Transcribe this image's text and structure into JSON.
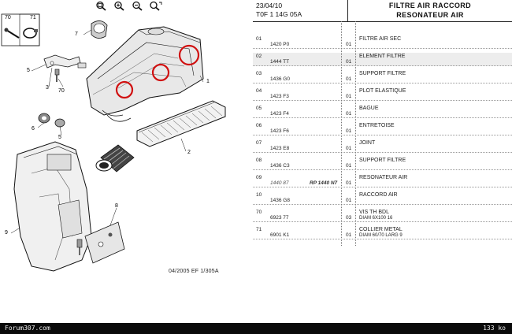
{
  "diagram": {
    "date_code": "04/2005  EF 1/305A",
    "callouts": [
      "70",
      "71",
      "7",
      "5",
      "3",
      "70",
      "6",
      "5",
      "1",
      "2",
      "8",
      "9"
    ],
    "highlight_color": "#d01010"
  },
  "zoom": {
    "items": [
      {
        "name": "zoom-fit-icon"
      },
      {
        "name": "zoom-in-icon"
      },
      {
        "name": "zoom-out-icon"
      },
      {
        "name": "zoom-reset-icon"
      }
    ]
  },
  "header": {
    "date": "23/04/10",
    "ref": "T0F 1 14G 05A",
    "title_line1": "FILTRE AIR RACCORD",
    "title_line2": "RESONATEUR AIR"
  },
  "parts": [
    {
      "idx": "01",
      "ref": "1420 P0",
      "qty": "01",
      "desc": "FILTRE AIR SEC",
      "spec": "",
      "hl": false
    },
    {
      "idx": "02",
      "ref": "1444 TT",
      "qty": "01",
      "desc": "ELEMENT FILTRE",
      "spec": "",
      "hl": true
    },
    {
      "idx": "03",
      "ref": "1436 G0",
      "qty": "01",
      "desc": "SUPPORT FILTRE",
      "spec": "",
      "hl": false
    },
    {
      "idx": "04",
      "ref": "1423 F3",
      "qty": "01",
      "desc": "PLOT ELASTIQUE",
      "spec": "",
      "hl": false
    },
    {
      "idx": "05",
      "ref": "1423 F4",
      "qty": "01",
      "desc": "BAGUE",
      "spec": "",
      "hl": false
    },
    {
      "idx": "06",
      "ref": "1423 F6",
      "qty": "01",
      "desc": "ENTRETOISE",
      "spec": "",
      "hl": false
    },
    {
      "idx": "07",
      "ref": "1423 E8",
      "qty": "01",
      "desc": "JOINT",
      "spec": "",
      "hl": false
    },
    {
      "idx": "08",
      "ref": "1436 C3",
      "qty": "01",
      "desc": "SUPPORT FILTRE",
      "spec": "",
      "hl": false
    },
    {
      "idx": "09",
      "ref": "1440 87",
      "qty": "01",
      "desc": "RESONATEUR AIR",
      "spec": "",
      "hl": false,
      "italic": true,
      "rp": "RP 1440 N7"
    },
    {
      "idx": "10",
      "ref": "1436 G8",
      "qty": "01",
      "desc": "RACCORD AIR",
      "spec": "",
      "hl": false
    },
    {
      "idx": "70",
      "ref": "6923 77",
      "qty": "03",
      "desc": "VIS TH BDL",
      "spec": "DIAM 6X100 16",
      "hl": false
    },
    {
      "idx": "71",
      "ref": "6901 K1",
      "qty": "01",
      "desc": "COLLIER METAL",
      "spec": "DIAM 60/70 LARG 9",
      "hl": false
    }
  ],
  "footer": {
    "site": "Forum307.com",
    "size": "133 ko"
  }
}
